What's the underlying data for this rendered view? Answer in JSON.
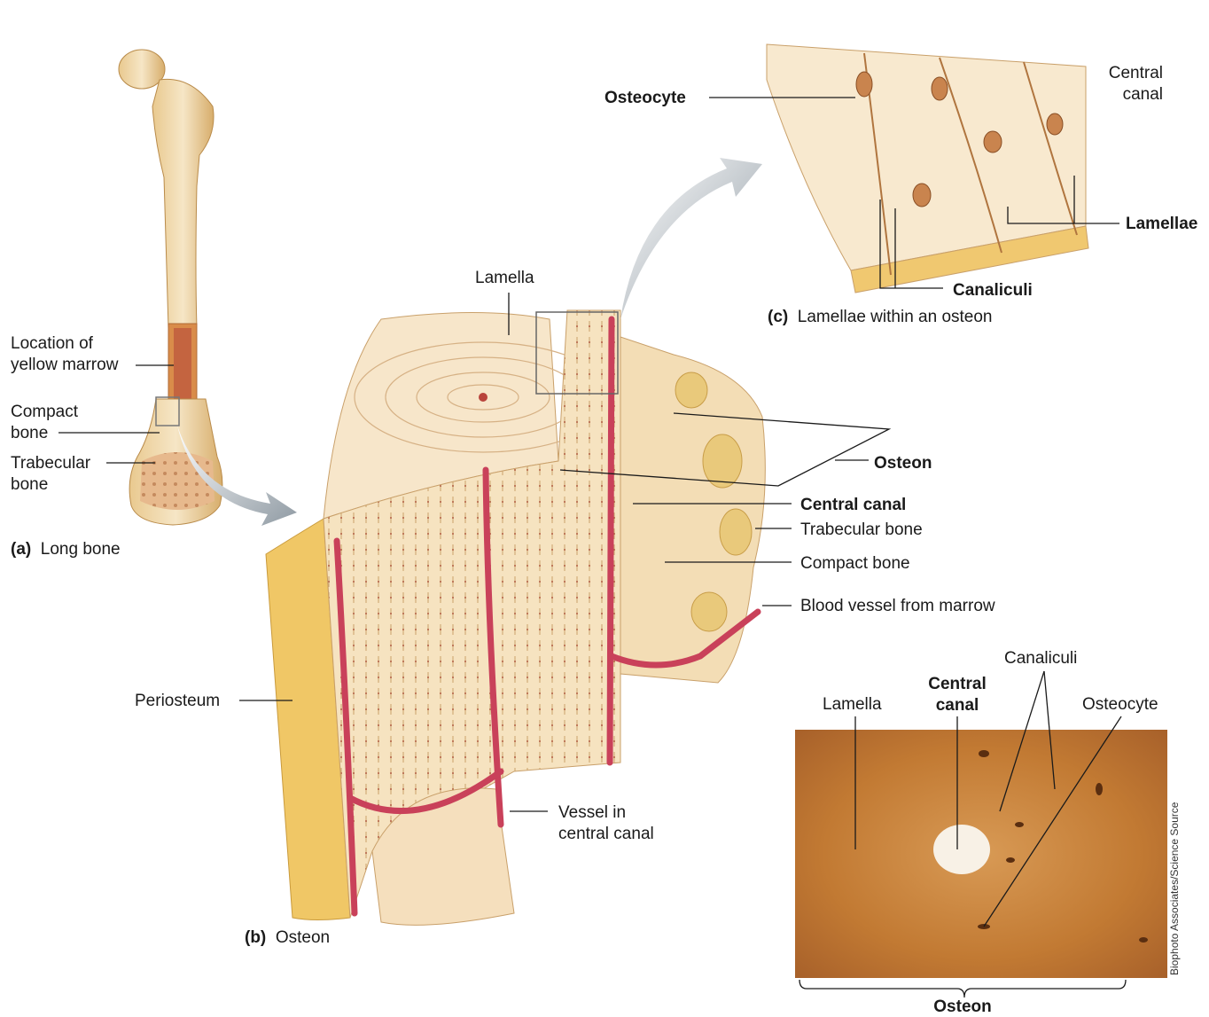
{
  "panel_a": {
    "caption_letter": "(a)",
    "caption_text": "Long bone",
    "labels": {
      "yellow_marrow_line1": "Location of",
      "yellow_marrow_line2": "yellow marrow",
      "compact_line1": "Compact",
      "compact_line2": "bone",
      "trabecular_line1": "Trabecular",
      "trabecular_line2": "bone"
    }
  },
  "panel_b": {
    "caption_letter": "(b)",
    "caption_text": "Osteon",
    "labels": {
      "lamella": "Lamella",
      "osteon": "Osteon",
      "central_canal": "Central canal",
      "trabecular_bone": "Trabecular bone",
      "compact_bone": "Compact bone",
      "blood_vessel": "Blood vessel from marrow",
      "periosteum": "Periosteum",
      "vessel_line1": "Vessel in",
      "vessel_line2": "central canal"
    }
  },
  "panel_c": {
    "caption_letter": "(c)",
    "caption_text": "Lamellae within an osteon",
    "labels": {
      "osteocyte": "Osteocyte",
      "central_canal_line1": "Central",
      "central_canal_line2": "canal",
      "lamellae": "Lamellae",
      "canaliculi": "Canaliculi"
    }
  },
  "micrograph": {
    "labels": {
      "canaliculi": "Canaliculi",
      "central_line1": "Central",
      "central_line2": "canal",
      "lamella": "Lamella",
      "osteocyte": "Osteocyte",
      "osteon": "Osteon"
    },
    "credit": "Biophoto Associates/Science Source"
  },
  "colors": {
    "bone_light": "#f5e3c4",
    "bone_mid": "#eec98d",
    "bone_dark": "#d9a25b",
    "vessel": "#c9415a",
    "micrograph": "#c07a35"
  }
}
